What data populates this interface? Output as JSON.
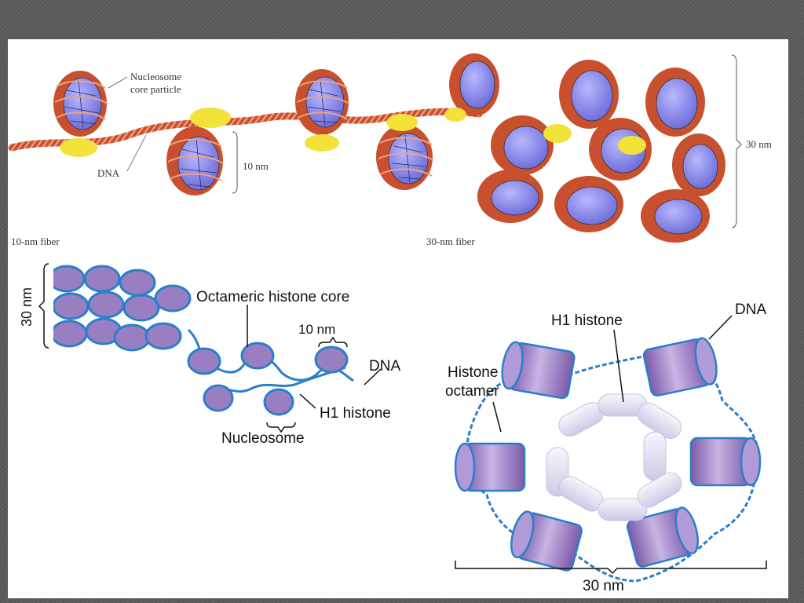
{
  "colors": {
    "background": "#5a5a5a",
    "slide": "#ffffff",
    "dna_rope": "#c8502e",
    "histone_core": "#8f8ff0",
    "h1_yellow": "#f2e23a",
    "purple_cylinder": "#9a7ec2",
    "dna_blue": "#2a7fc9",
    "h1_lavender": "#e6e2f4"
  },
  "top_panel": {
    "nucleosome_core_line1": "Nucleosome",
    "nucleosome_core_line2": "core particle",
    "dna": "DNA",
    "ten_nm": "10 nm",
    "thirty_nm": "30 nm",
    "ten_nm_fiber": "10-nm fiber",
    "thirty_nm_fiber": "30-nm fiber"
  },
  "bottom_left": {
    "thirty_nm": "30 nm",
    "octameric_core": "Octameric histone core",
    "ten_nm": "10 nm",
    "dna": "DNA",
    "h1_histone": "H1 histone",
    "nucleosome": "Nucleosome"
  },
  "bottom_right": {
    "h1_histone": "H1 histone",
    "dna": "DNA",
    "histone_octamer_line1": "Histone",
    "histone_octamer_line2": "octamer",
    "thirty_nm": "30 nm"
  }
}
